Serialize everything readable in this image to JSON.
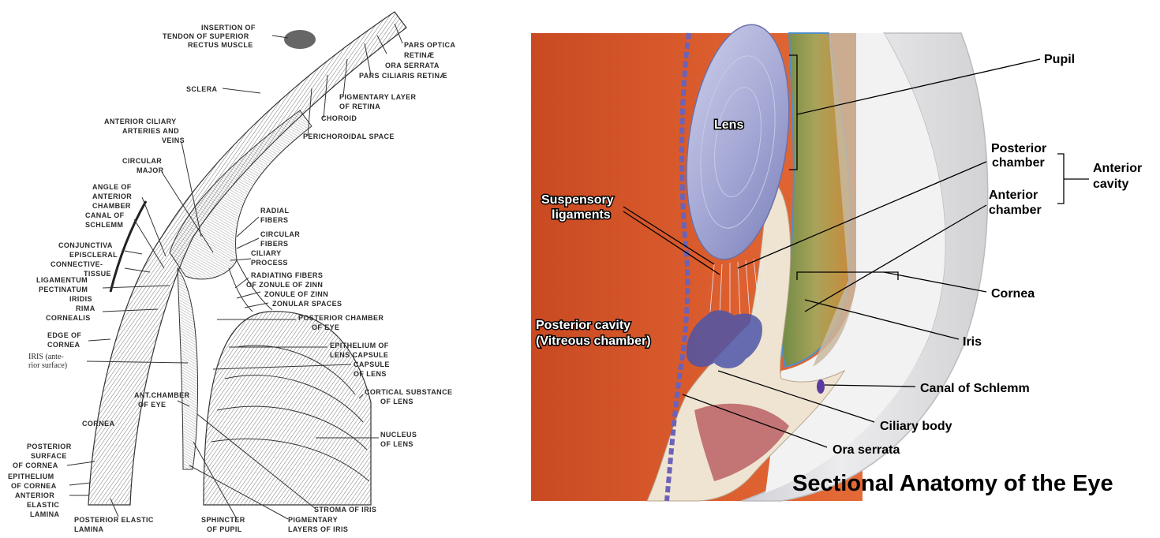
{
  "left_labels": {
    "insertion_1": "INSERTION OF",
    "insertion_2": "TENDON OF SUPERIOR",
    "insertion_3": "RECTUS MUSCLE",
    "pars_optica_1": "PARS OPTICA",
    "pars_optica_2": "RETINÆ",
    "ora_serrata": "ORA SERRATA",
    "pars_ciliaris": "PARS CILIARIS RETINÆ",
    "sclera": "SCLERA",
    "pigmentary_1": "PIGMENTARY LAYER",
    "pigmentary_2": "OF RETINA",
    "anterior_ciliary_1": "ANTERIOR CILIARY",
    "anterior_ciliary_2": "ARTERIES AND",
    "anterior_ciliary_3": "VEINS",
    "choroid": "CHOROID",
    "perichoroidal": "PERICHOROIDAL SPACE",
    "circular_major_1": "CIRCULAR",
    "circular_major_2": "MAJOR",
    "angle_1": "ANGLE OF",
    "angle_2": "ANTERIOR",
    "angle_3": "CHAMBER",
    "canal_1": "CANAL OF",
    "canal_2": "SCHLEMM",
    "radial_1": "RADIAL",
    "radial_2": "FIBERS",
    "circular_fibers_1": "CIRCULAR",
    "circular_fibers_2": "FIBERS",
    "conjunctiva": "CONJUNCTIVA",
    "episcleral": "EPISCLERAL",
    "connective_1": "CONNECTIVE-",
    "connective_2": "TISSUE",
    "ciliary_process_1": "CILIARY",
    "ciliary_process_2": "PROCESS",
    "ligamentum_1": "LIGAMENTUM",
    "ligamentum_2": "PECTINATUM",
    "ligamentum_3": "IRIDIS",
    "radiating_1": "RADIATING FIBERS",
    "radiating_2": "OF ZONULE OF ZINN",
    "zonule": "ZONULE OF ZINN",
    "rima_1": "RIMA",
    "rima_2": "CORNEALIS",
    "zonular_spaces": "ZONULAR SPACES",
    "posterior_chamber_1": "POSTERIOR CHAMBER",
    "posterior_chamber_2": "OF EYE",
    "edge_1": "EDGE OF",
    "edge_2": "CORNEA",
    "epithelium_lens_1": "EPITHELIUM OF",
    "epithelium_lens_2": "LENS CAPSULE",
    "iris_ante": "IRIS (ante-",
    "iris_rior": "rior surface)",
    "capsule_1": "CAPSULE",
    "capsule_2": "OF LENS",
    "cortical_1": "CORTICAL SUBSTANCE",
    "cortical_2": "OF LENS",
    "ant_chamber_1": "ANT.CHAMBER",
    "ant_chamber_2": "OF EYE",
    "cornea": "CORNEA",
    "nucleus_1": "NUCLEUS",
    "nucleus_2": "OF LENS",
    "posterior_surface_1": "POSTERIOR",
    "posterior_surface_2": "SURFACE",
    "posterior_surface_3": "OF CORNEA",
    "epithelium_cornea_1": "EPITHELIUM",
    "epithelium_cornea_2": "OF CORNEA",
    "anterior_elastic_1": "ANTERIOR",
    "anterior_elastic_2": "ELASTIC",
    "anterior_elastic_3": "LAMINA",
    "stroma": "STROMA OF IRIS",
    "posterior_elastic_1": "POSTERIOR ELASTIC",
    "posterior_elastic_2": "LAMINA",
    "sphincter_1": "SPHINCTER",
    "sphincter_2": "OF PUPIL",
    "pigmentary_iris_1": "PIGMENTARY",
    "pigmentary_iris_2": "LAYERS OF IRIS"
  },
  "right_labels": {
    "pupil": "Pupil",
    "lens": "Lens",
    "posterior_chamber_1": "Posterior",
    "posterior_chamber_2": "chamber",
    "anterior_chamber_1": "Anterior",
    "anterior_chamber_2": "chamber",
    "anterior_cavity_1": "Anterior",
    "anterior_cavity_2": "cavity",
    "suspensory_1": "Suspensory",
    "suspensory_2": "ligaments",
    "cornea": "Cornea",
    "posterior_cavity_1": "Posterior cavity",
    "posterior_cavity_2": "(Vitreous chamber)",
    "iris": "Iris",
    "canal_schlemm": "Canal of Schlemm",
    "ciliary_body": "Ciliary body",
    "ora_serrata": "Ora serrata",
    "title": "Sectional Anatomy of the Eye"
  },
  "colors": {
    "vitreous": "#d9582c",
    "lens": "#a9acd6",
    "sclera": "#e9e9ea",
    "cornea": "#dcdcdc",
    "iris": "#8d9a52",
    "ciliary": "#b9a48e"
  }
}
